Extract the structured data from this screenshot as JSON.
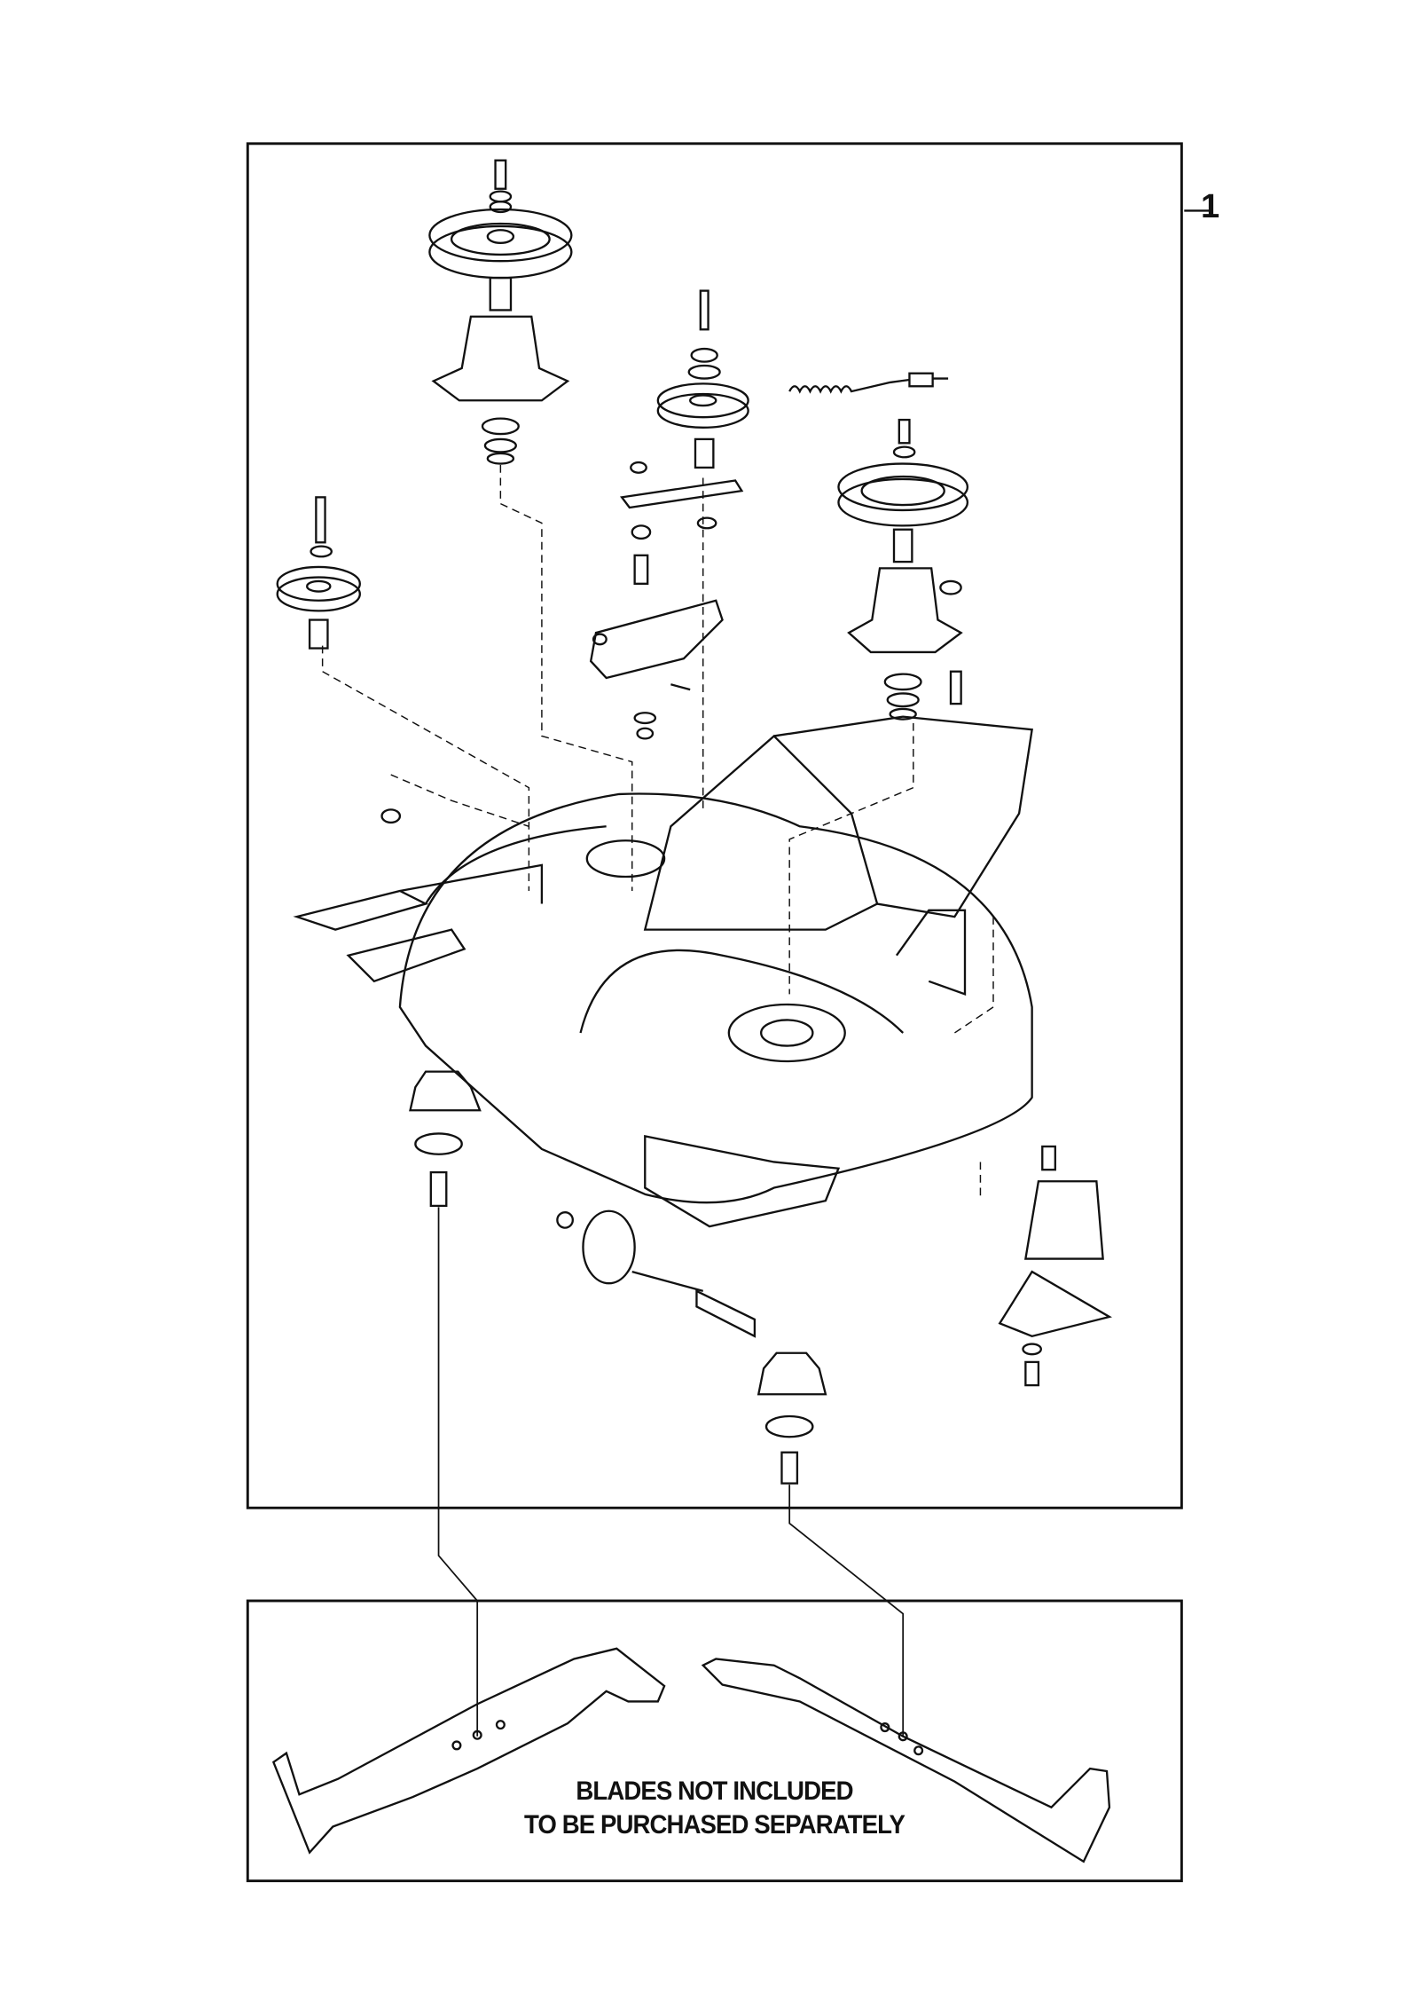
{
  "callouts": {
    "main_assembly": "1"
  },
  "note": {
    "line1": "BLADES NOT INCLUDED",
    "line2": "TO BE PURCHASED SEPARATELY"
  }
}
